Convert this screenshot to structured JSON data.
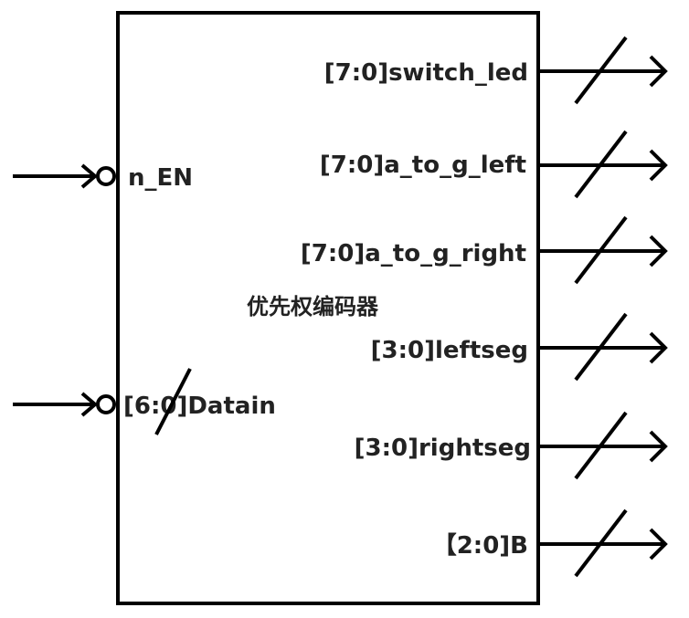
{
  "block": {
    "title": "优先权编码器"
  },
  "inputs": [
    {
      "label": "n_EN",
      "active_low": true,
      "bus": false
    },
    {
      "label": "[6:0]Datain",
      "active_low": true,
      "bus": true
    }
  ],
  "outputs": [
    {
      "label": "[7:0]switch_led",
      "bus": true
    },
    {
      "label": "[7:0]a_to_g_left",
      "bus": true
    },
    {
      "label": "[7:0]a_to_g_right",
      "bus": true
    },
    {
      "label": "[3:0]leftseg",
      "bus": true
    },
    {
      "label": "[3:0]rightseg",
      "bus": true
    },
    {
      "label": "【2:0]B",
      "bus": true
    }
  ],
  "colors": {
    "stroke": "#000000",
    "text": "#222222",
    "background": "#ffffff"
  }
}
